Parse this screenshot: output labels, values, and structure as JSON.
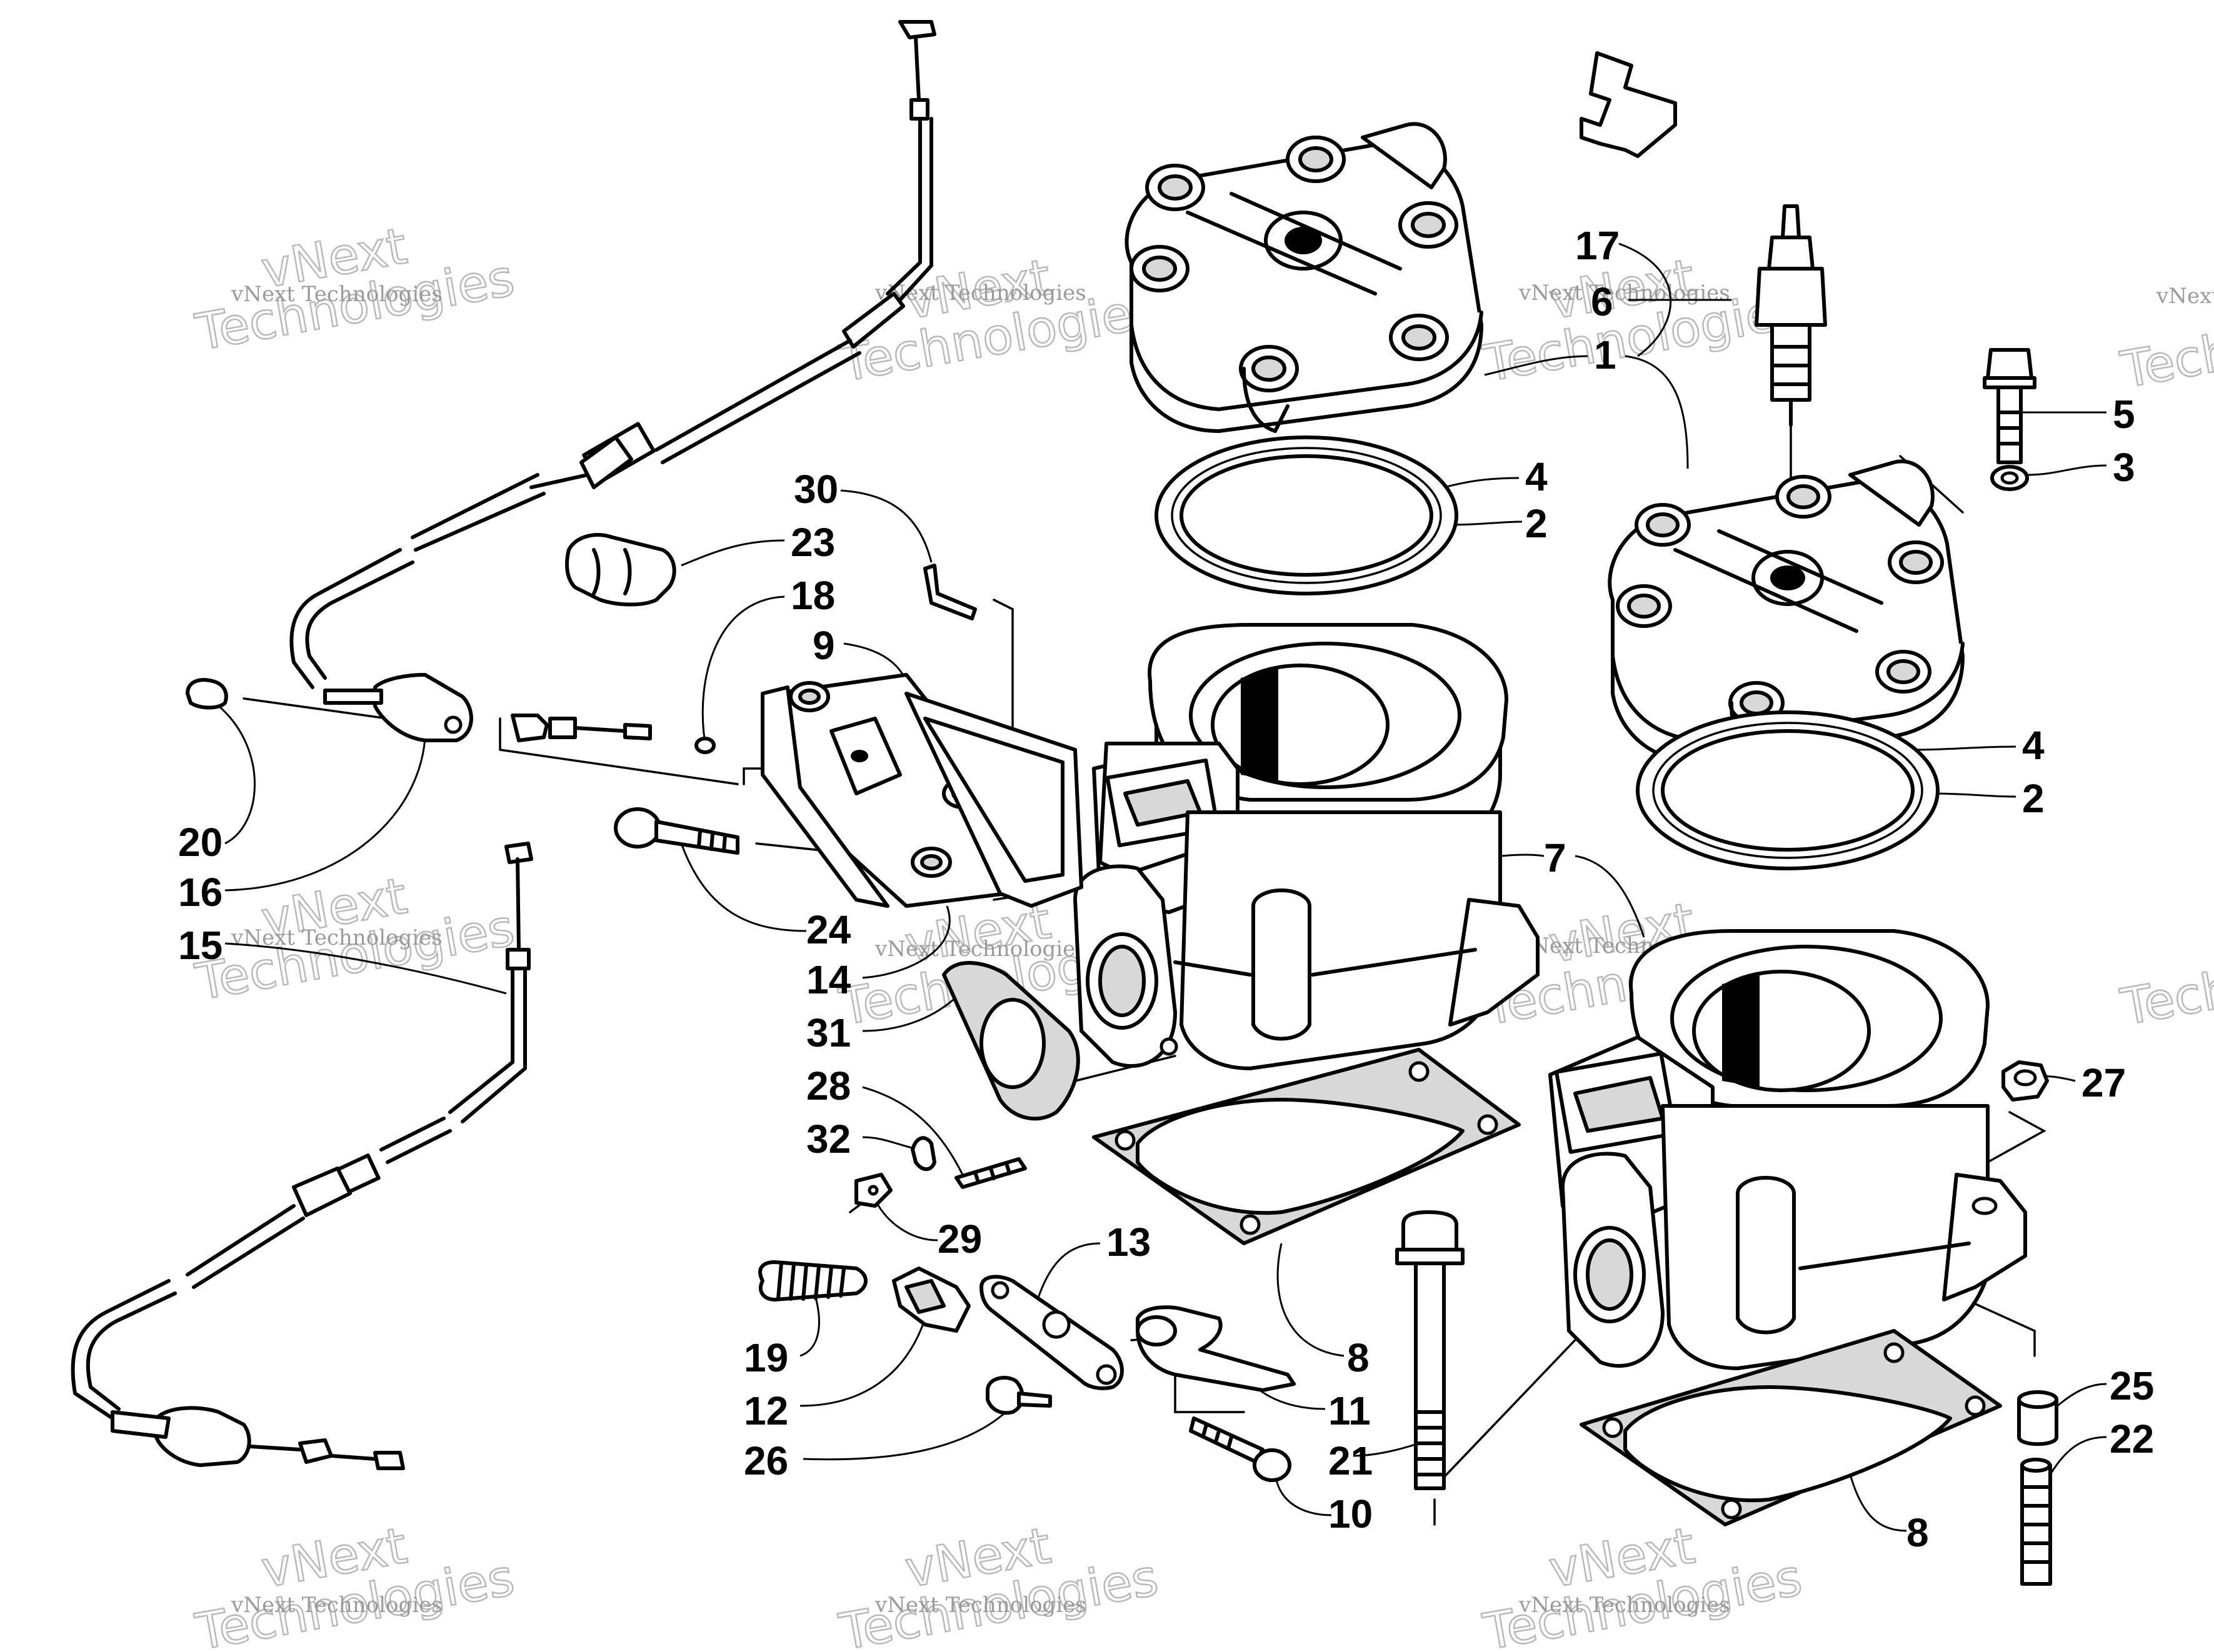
{
  "callouts": [
    {
      "id": "c17",
      "label": "17"
    },
    {
      "id": "c6",
      "label": "6"
    },
    {
      "id": "c1",
      "label": "1"
    },
    {
      "id": "c5",
      "label": "5"
    },
    {
      "id": "c3",
      "label": "3"
    },
    {
      "id": "c4a",
      "label": "4"
    },
    {
      "id": "c2a",
      "label": "2"
    },
    {
      "id": "c30",
      "label": "30"
    },
    {
      "id": "c23",
      "label": "23"
    },
    {
      "id": "c18",
      "label": "18"
    },
    {
      "id": "c9",
      "label": "9"
    },
    {
      "id": "c4b",
      "label": "4"
    },
    {
      "id": "c2b",
      "label": "2"
    },
    {
      "id": "c20",
      "label": "20"
    },
    {
      "id": "c16",
      "label": "16"
    },
    {
      "id": "c7",
      "label": "7"
    },
    {
      "id": "c24",
      "label": "24"
    },
    {
      "id": "c15",
      "label": "15"
    },
    {
      "id": "c14",
      "label": "14"
    },
    {
      "id": "c31",
      "label": "31"
    },
    {
      "id": "c27",
      "label": "27"
    },
    {
      "id": "c28",
      "label": "28"
    },
    {
      "id": "c32",
      "label": "32"
    },
    {
      "id": "c29",
      "label": "29"
    },
    {
      "id": "c13",
      "label": "13"
    },
    {
      "id": "c19",
      "label": "19"
    },
    {
      "id": "c8a",
      "label": "8"
    },
    {
      "id": "c12",
      "label": "12"
    },
    {
      "id": "c11",
      "label": "11"
    },
    {
      "id": "c25",
      "label": "25"
    },
    {
      "id": "c26",
      "label": "26"
    },
    {
      "id": "c21",
      "label": "21"
    },
    {
      "id": "c22",
      "label": "22"
    },
    {
      "id": "c10",
      "label": "10"
    },
    {
      "id": "c8b",
      "label": "8"
    }
  ],
  "watermark": {
    "line1": "vNext",
    "line2": "Technologies",
    "caption": "vNext Technologies"
  }
}
